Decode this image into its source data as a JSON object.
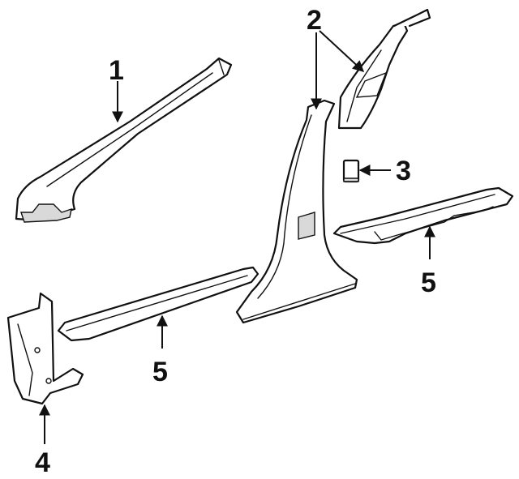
{
  "callouts": {
    "c1": "1",
    "c2": "2",
    "c3": "3",
    "c4": "4",
    "c5a": "5",
    "c5b": "5"
  },
  "colors": {
    "line": "#111111",
    "fill": "#ffffff",
    "shade": "#d9d9d9"
  }
}
